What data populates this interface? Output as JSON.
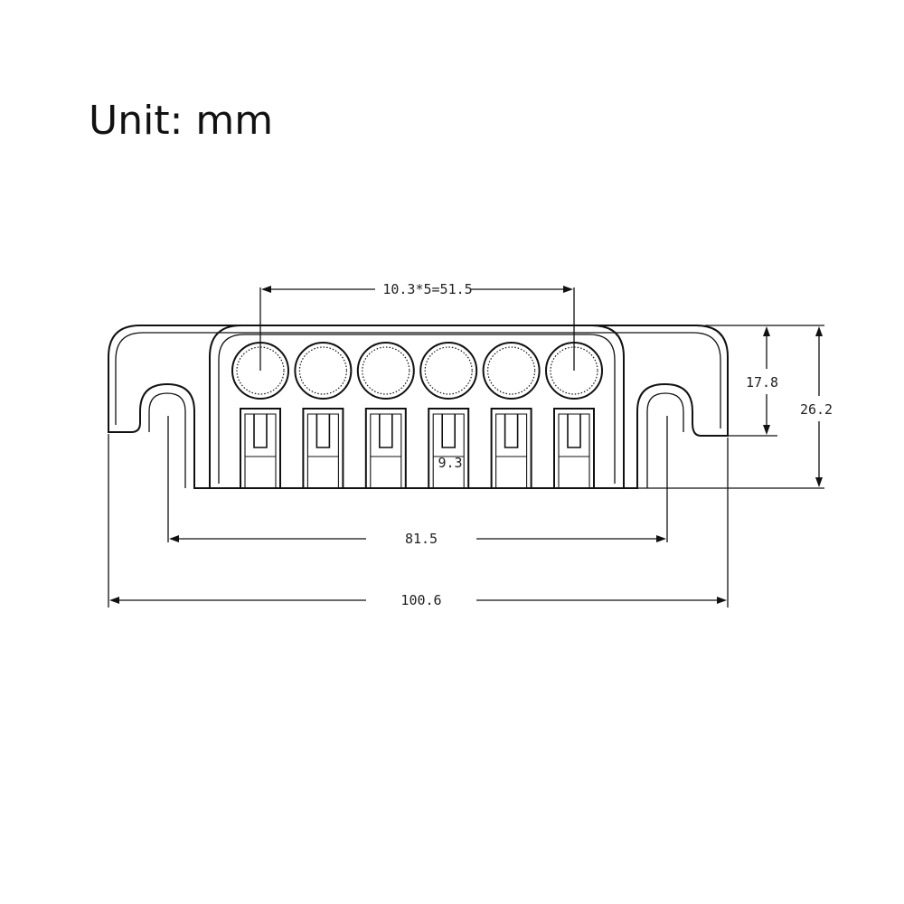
{
  "title": "Unit: mm",
  "dimensions": {
    "pitch": "10.3*5=51.5",
    "slot_height": "17.8",
    "total_height": "26.2",
    "tooth_width": "9.3",
    "hole_spacing": "81.5",
    "total_width": "100.6"
  },
  "colors": {
    "line": "#111111",
    "background": "#ffffff"
  }
}
